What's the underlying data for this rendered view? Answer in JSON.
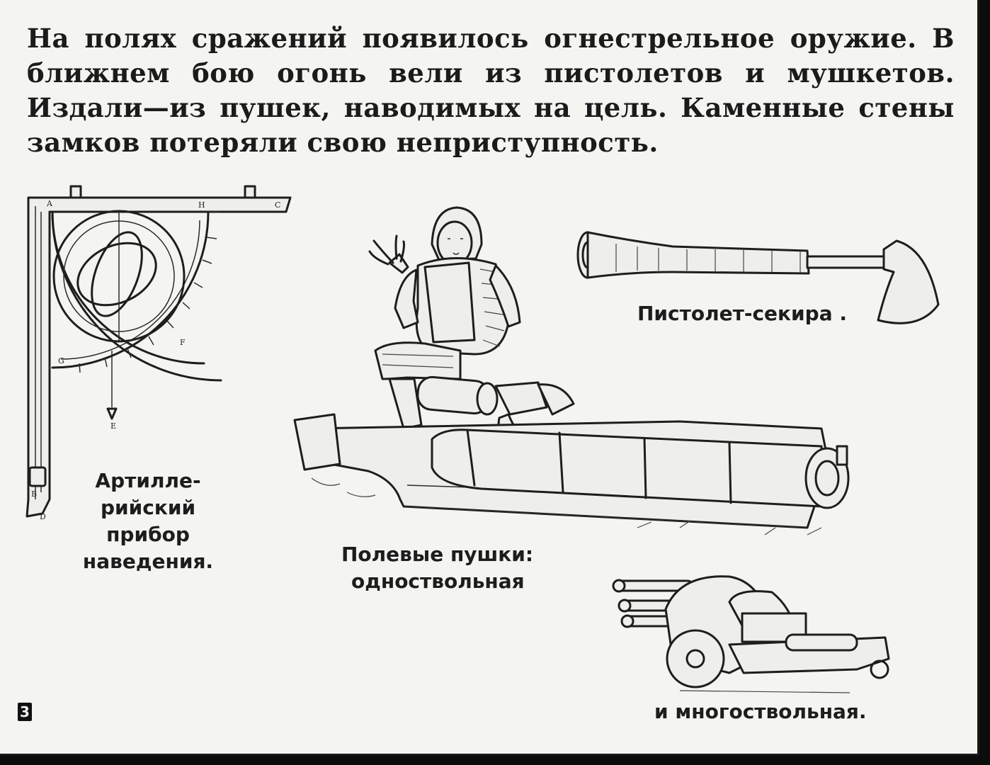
{
  "text": {
    "heading": "На полях сражений появилось огнестрельное оружие. В ближнем бою огонь вели из пистолетов и мушкетов. Издали—из пушек, наводимых на цель. Каменные стены замков потеряли свою неприступность.",
    "captions": {
      "pistol_axe": "Пистолет-секира .",
      "device_line1": "Артилле-",
      "device_line2": "рийский",
      "device_line3": "прибор",
      "device_line4": "наведения.",
      "field_line1": "Полевые пушки:",
      "field_line2": "одноствольная",
      "multi": "и многоствольная."
    },
    "page_number": "3"
  },
  "instrument_letters": [
    "A",
    "H",
    "C",
    "F",
    "G",
    "E",
    "B",
    "D"
  ],
  "icons": [
    "artillery-aiming-device-drawing",
    "soldier-with-cannon-drawing",
    "pistol-axe-drawing",
    "multi-barrel-cannon-drawing"
  ],
  "colors": {
    "paper": "#f4f4f1",
    "ink": "#1e1e1e",
    "frame": "#0c0c0c"
  }
}
